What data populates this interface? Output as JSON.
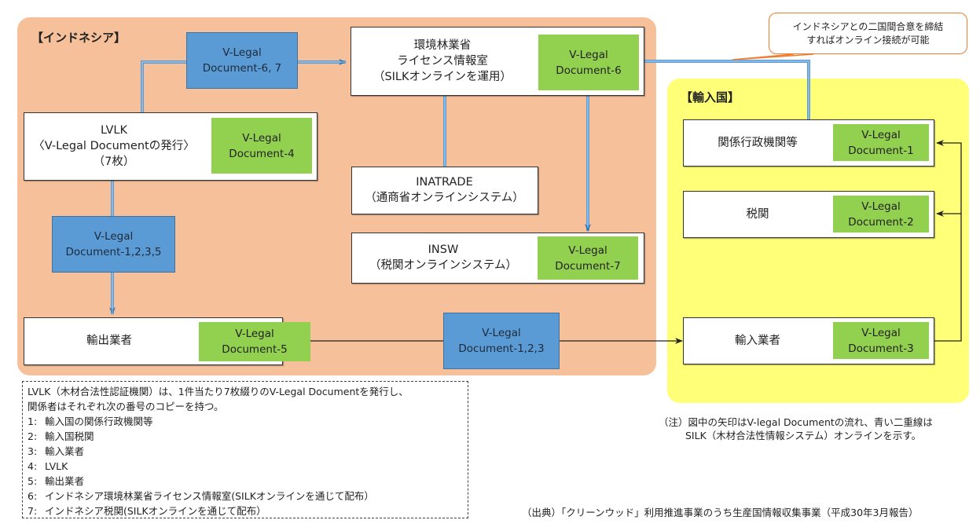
{
  "regions": {
    "indonesia": {
      "label": "【インドネシア】",
      "color": "#f6c09b"
    },
    "importer": {
      "label": "【輸入国】",
      "color": "#ffff78"
    }
  },
  "nodes": {
    "lvlk": {
      "text": "LVLK\n〈V-Legal Documentの発行〉\n（7枚）",
      "doc": "V-Legal\nDocument-4"
    },
    "ministry": {
      "text": "環境林業省\nライセンス情報室\n（SILKオンラインを運用）",
      "doc": "V-Legal\nDocument-6"
    },
    "inatrade": {
      "text": "INATRADE\n（通商省オンラインシステム）"
    },
    "insw": {
      "text": "INSW\n（税関オンラインシステム）",
      "doc": "V-Legal\nDocument-7"
    },
    "exporter": {
      "text": "輸出業者",
      "doc": "V-Legal\nDocument-5"
    },
    "authorities": {
      "text": "関係行政機関等",
      "doc": "V-Legal\nDocument-1"
    },
    "customs": {
      "text": "税関",
      "doc": "V-Legal\nDocument-2"
    },
    "importer": {
      "text": "輸入業者",
      "doc": "V-Legal\nDocument-3"
    }
  },
  "flows": {
    "lvlk_to_ministry": "V-Legal\nDocument-6, 7",
    "lvlk_to_exporter": "V-Legal\nDocument-1,2,3,5",
    "exporter_to_importer": "V-Legal\nDocument-1,2,3"
  },
  "callout": "インドネシアとの二国間合意を締結\nすればオンライン接続が可能",
  "legend": {
    "intro": [
      "LVLK（木材合法性認証機関）は、1件当たり7枚綴りのV-Legal Documentを発行し、",
      "関係者はそれぞれ次の番号のコピーを持つ。"
    ],
    "items": [
      {
        "num": "1:",
        "text": "輸入国の関係行政機関等"
      },
      {
        "num": "2:",
        "text": "輸入国税関"
      },
      {
        "num": "3:",
        "text": "輸入業者"
      },
      {
        "num": "4:",
        "text": "LVLK"
      },
      {
        "num": "5:",
        "text": "輸出業者"
      },
      {
        "num": "6:",
        "text": "インドネシア環境林業省ライセンス情報室(SILKオンラインを通じて配布）"
      },
      {
        "num": "7:",
        "text": "インドネシア税関(SILKオンラインを通じて配布）"
      }
    ]
  },
  "note": {
    "line1": "（注）図中の矢印はV-legal Documentの流れ、青い二重線は",
    "line2": "SILK（木材合法性情報システム）オンラインを示す。"
  },
  "source": "（出典）「クリーンウッド」利用推進事業のうち生産国情報収集事業（平成30年3月報告）",
  "colors": {
    "doc_green": "#92d050",
    "doc_blue": "#5b9bd5",
    "silk_line": "#5b9bd5",
    "arrow_line": "#222222",
    "callout_border": "#ed7d31"
  }
}
